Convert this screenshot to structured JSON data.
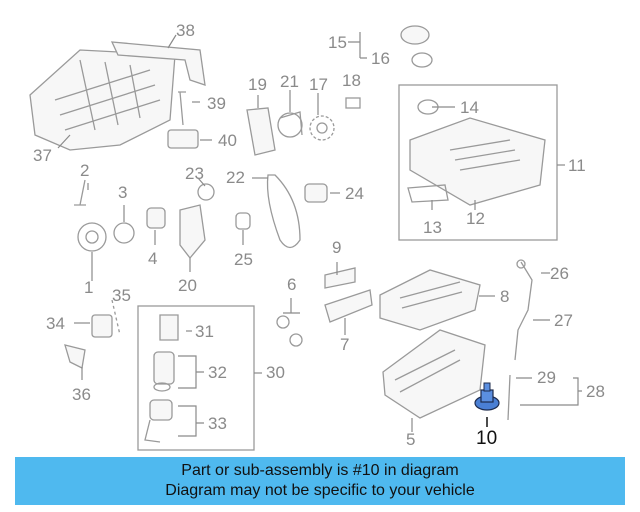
{
  "labels": {
    "l1": "1",
    "l2": "2",
    "l3": "3",
    "l4": "4",
    "l5": "5",
    "l6": "6",
    "l7": "7",
    "l8": "8",
    "l9": "9",
    "l10": "10",
    "l11": "11",
    "l12": "12",
    "l13": "13",
    "l14": "14",
    "l15": "15",
    "l16": "16",
    "l17": "17",
    "l18": "18",
    "l19": "19",
    "l20": "20",
    "l21": "21",
    "l22": "22",
    "l23": "23",
    "l24": "24",
    "l25": "25",
    "l26": "26",
    "l27": "27",
    "l28": "28",
    "l29": "29",
    "l30": "30",
    "l31": "31",
    "l32": "32",
    "l33": "33",
    "l34": "34",
    "l35": "35",
    "l36": "36",
    "l37": "37",
    "l38": "38",
    "l39": "39",
    "l40": "40"
  },
  "highlighted_part": "10",
  "banner": {
    "line1": "Part or sub-assembly is #10 in diagram",
    "line2": "Diagram may not be specific to your vehicle"
  },
  "colors": {
    "banner_bg": "#4fb9ef",
    "highlight_part": "#4a7fd4",
    "line": "#9a9a9a"
  }
}
